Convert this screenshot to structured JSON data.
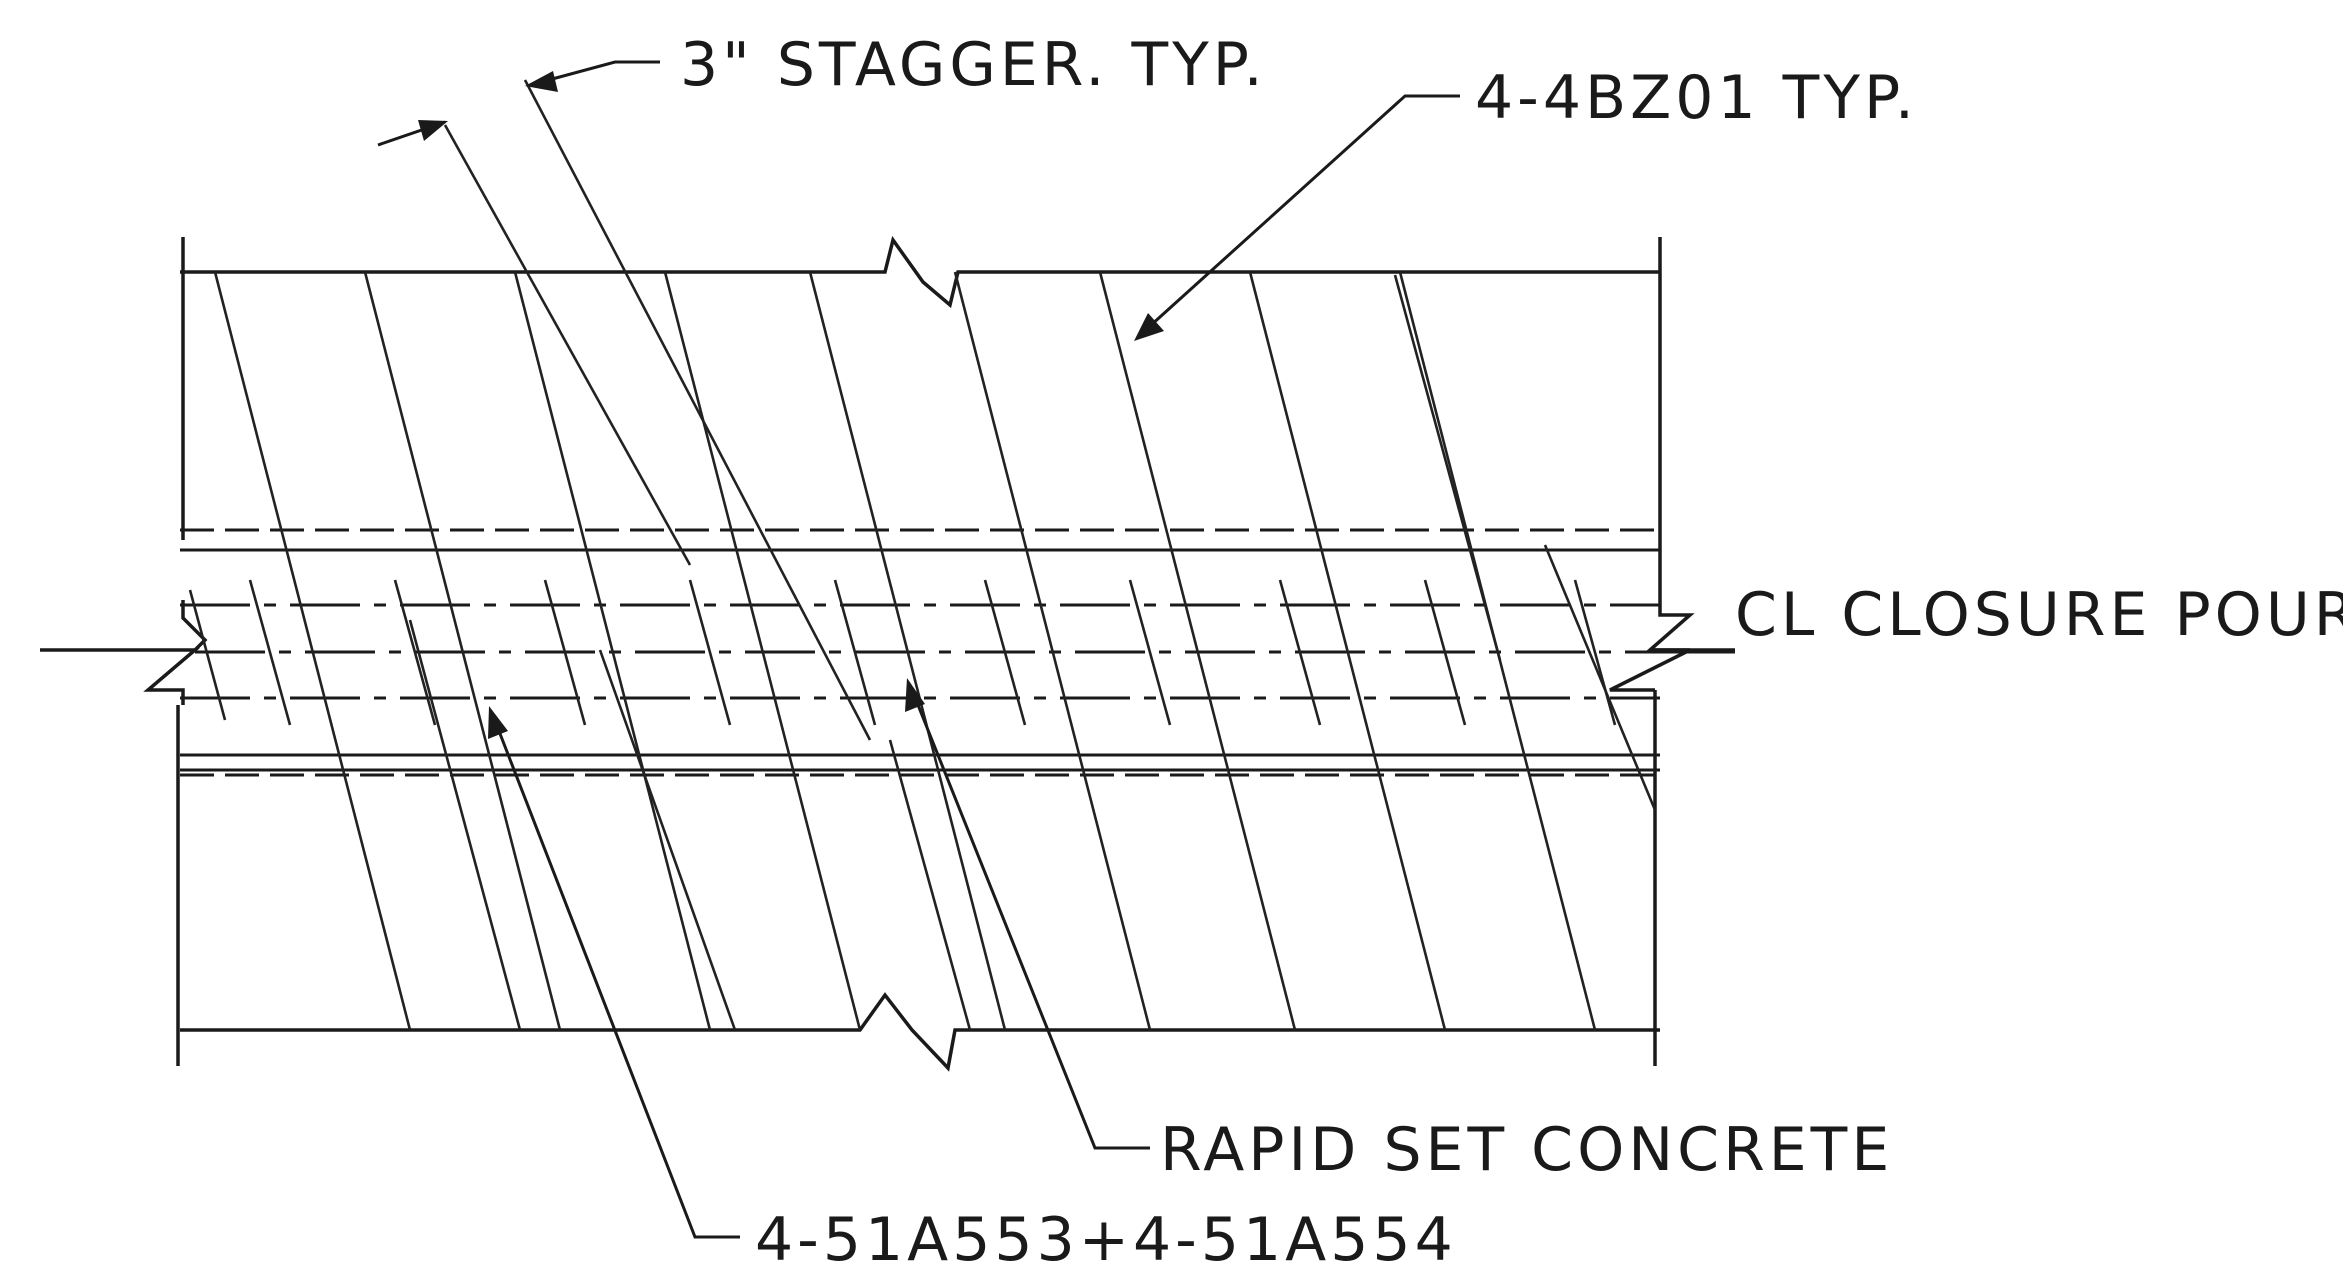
{
  "labels": {
    "stagger": "3\" STAGGER. TYP.",
    "bz_bars": "4-4BZ01 TYP.",
    "closure_pour": "CL CLOSURE POUR",
    "rapid_set": "RAPID SET CONCRETE",
    "a_bars": "4-51A553+4-51A554"
  }
}
